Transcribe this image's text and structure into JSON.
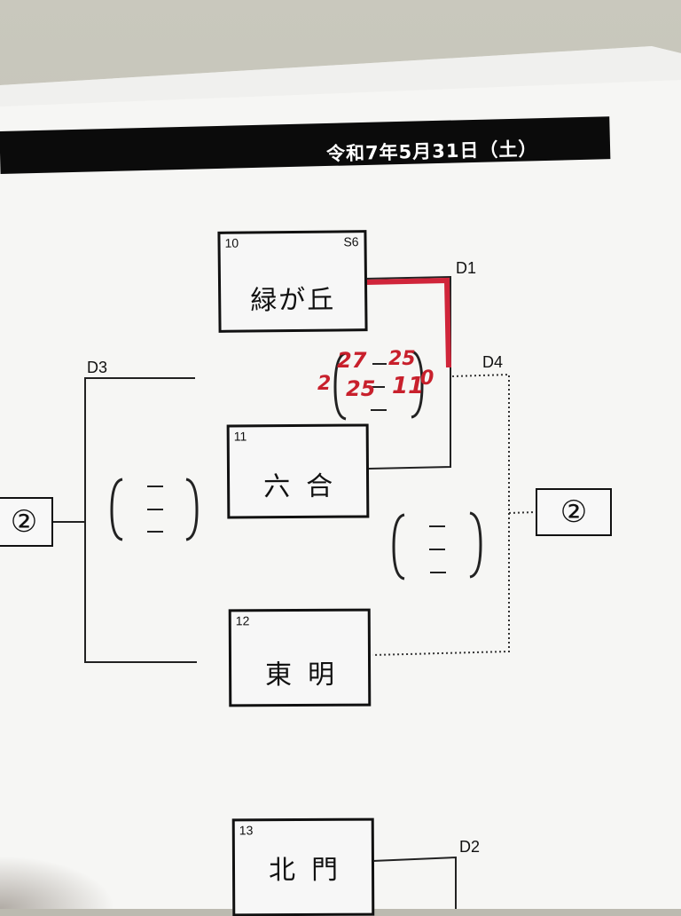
{
  "header": {
    "date": "令和7年5月31日（土）"
  },
  "teams": {
    "midorigaoka": {
      "seed": "10",
      "tag": "S6",
      "name": "緑が丘"
    },
    "rokugo": {
      "seed": "11",
      "name": "六合"
    },
    "tomei": {
      "seed": "12",
      "name": "東明"
    },
    "hokumon": {
      "seed": "13",
      "name": "北門"
    }
  },
  "matches": {
    "d1": "D1",
    "d2": "D2",
    "d3": "D3",
    "d4": "D4"
  },
  "result_boxes": {
    "left": "②",
    "right": "②"
  },
  "handwritten_scores": {
    "set1_left": "27",
    "set1_right": "25",
    "set2_left": "25",
    "set2_right": "11",
    "sets_left": "2",
    "sets_right": "0"
  },
  "colors": {
    "paper": "#f6f6f4",
    "ink": "#111111",
    "red_marker": "#c8202c",
    "header_bar": "#0b0b0b"
  }
}
